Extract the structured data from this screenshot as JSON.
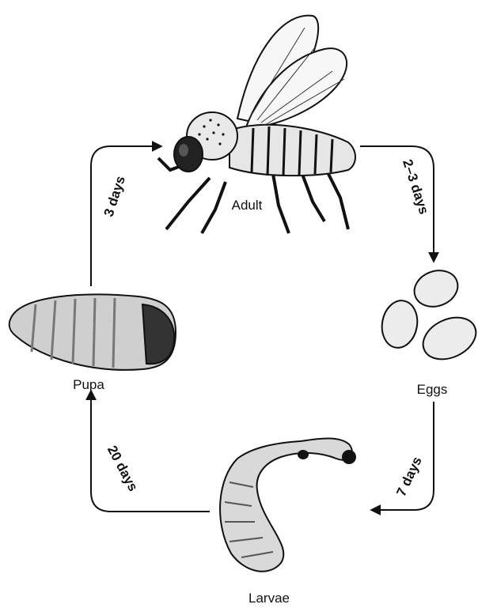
{
  "stages": {
    "adult": "Adult",
    "eggs": "Eggs",
    "larvae": "Larvae",
    "pupa": "Pupa"
  },
  "durations": {
    "pupa_to_adult": "3 days",
    "adult_to_eggs": "2–3 days",
    "eggs_to_larvae": "7 days",
    "larvae_to_pupa": "20 days"
  },
  "colors": {
    "ink": "#111111",
    "egg_fill": "#ececec",
    "larva_fill": "#d9d9d9",
    "pupa_fill": "#cfcfcf",
    "wing_fill": "#f7f7f7"
  }
}
